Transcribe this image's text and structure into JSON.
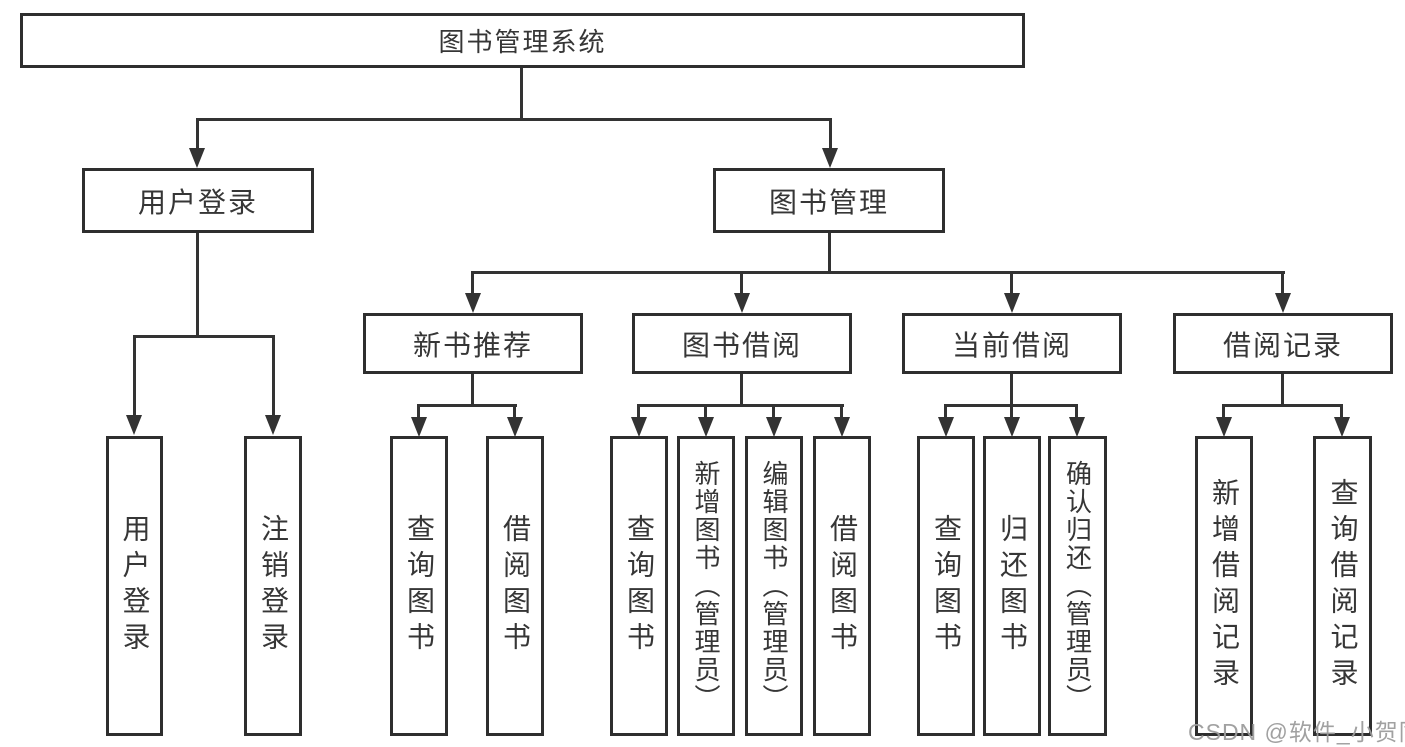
{
  "diagram": {
    "root": {
      "label": "图书管理系统"
    },
    "branches": [
      {
        "label": "用户登录",
        "children": [
          {
            "label": "用户登录"
          },
          {
            "label": "注销登录"
          }
        ]
      },
      {
        "label": "图书管理",
        "children": [
          {
            "label": "新书推荐",
            "children": [
              {
                "label": "查询图书"
              },
              {
                "label": "借阅图书"
              }
            ]
          },
          {
            "label": "图书借阅",
            "children": [
              {
                "label": "查询图书"
              },
              {
                "label": "新增图书（管理员）"
              },
              {
                "label": "编辑图书（管理员）"
              },
              {
                "label": "借阅图书"
              }
            ]
          },
          {
            "label": "当前借阅",
            "children": [
              {
                "label": "查询图书"
              },
              {
                "label": "归还图书"
              },
              {
                "label": "确认归还（管理员）"
              }
            ]
          },
          {
            "label": "借阅记录",
            "children": [
              {
                "label": "新增借阅记录"
              },
              {
                "label": "查询借阅记录"
              }
            ]
          }
        ]
      }
    ]
  },
  "watermark": {
    "text": "CSDN @软件_小贺同学"
  },
  "colors": {
    "line": "#333333",
    "border": "#2e2e2e",
    "text": "#363636",
    "watermark": "#9c9c9c",
    "background": "#ffffff"
  }
}
